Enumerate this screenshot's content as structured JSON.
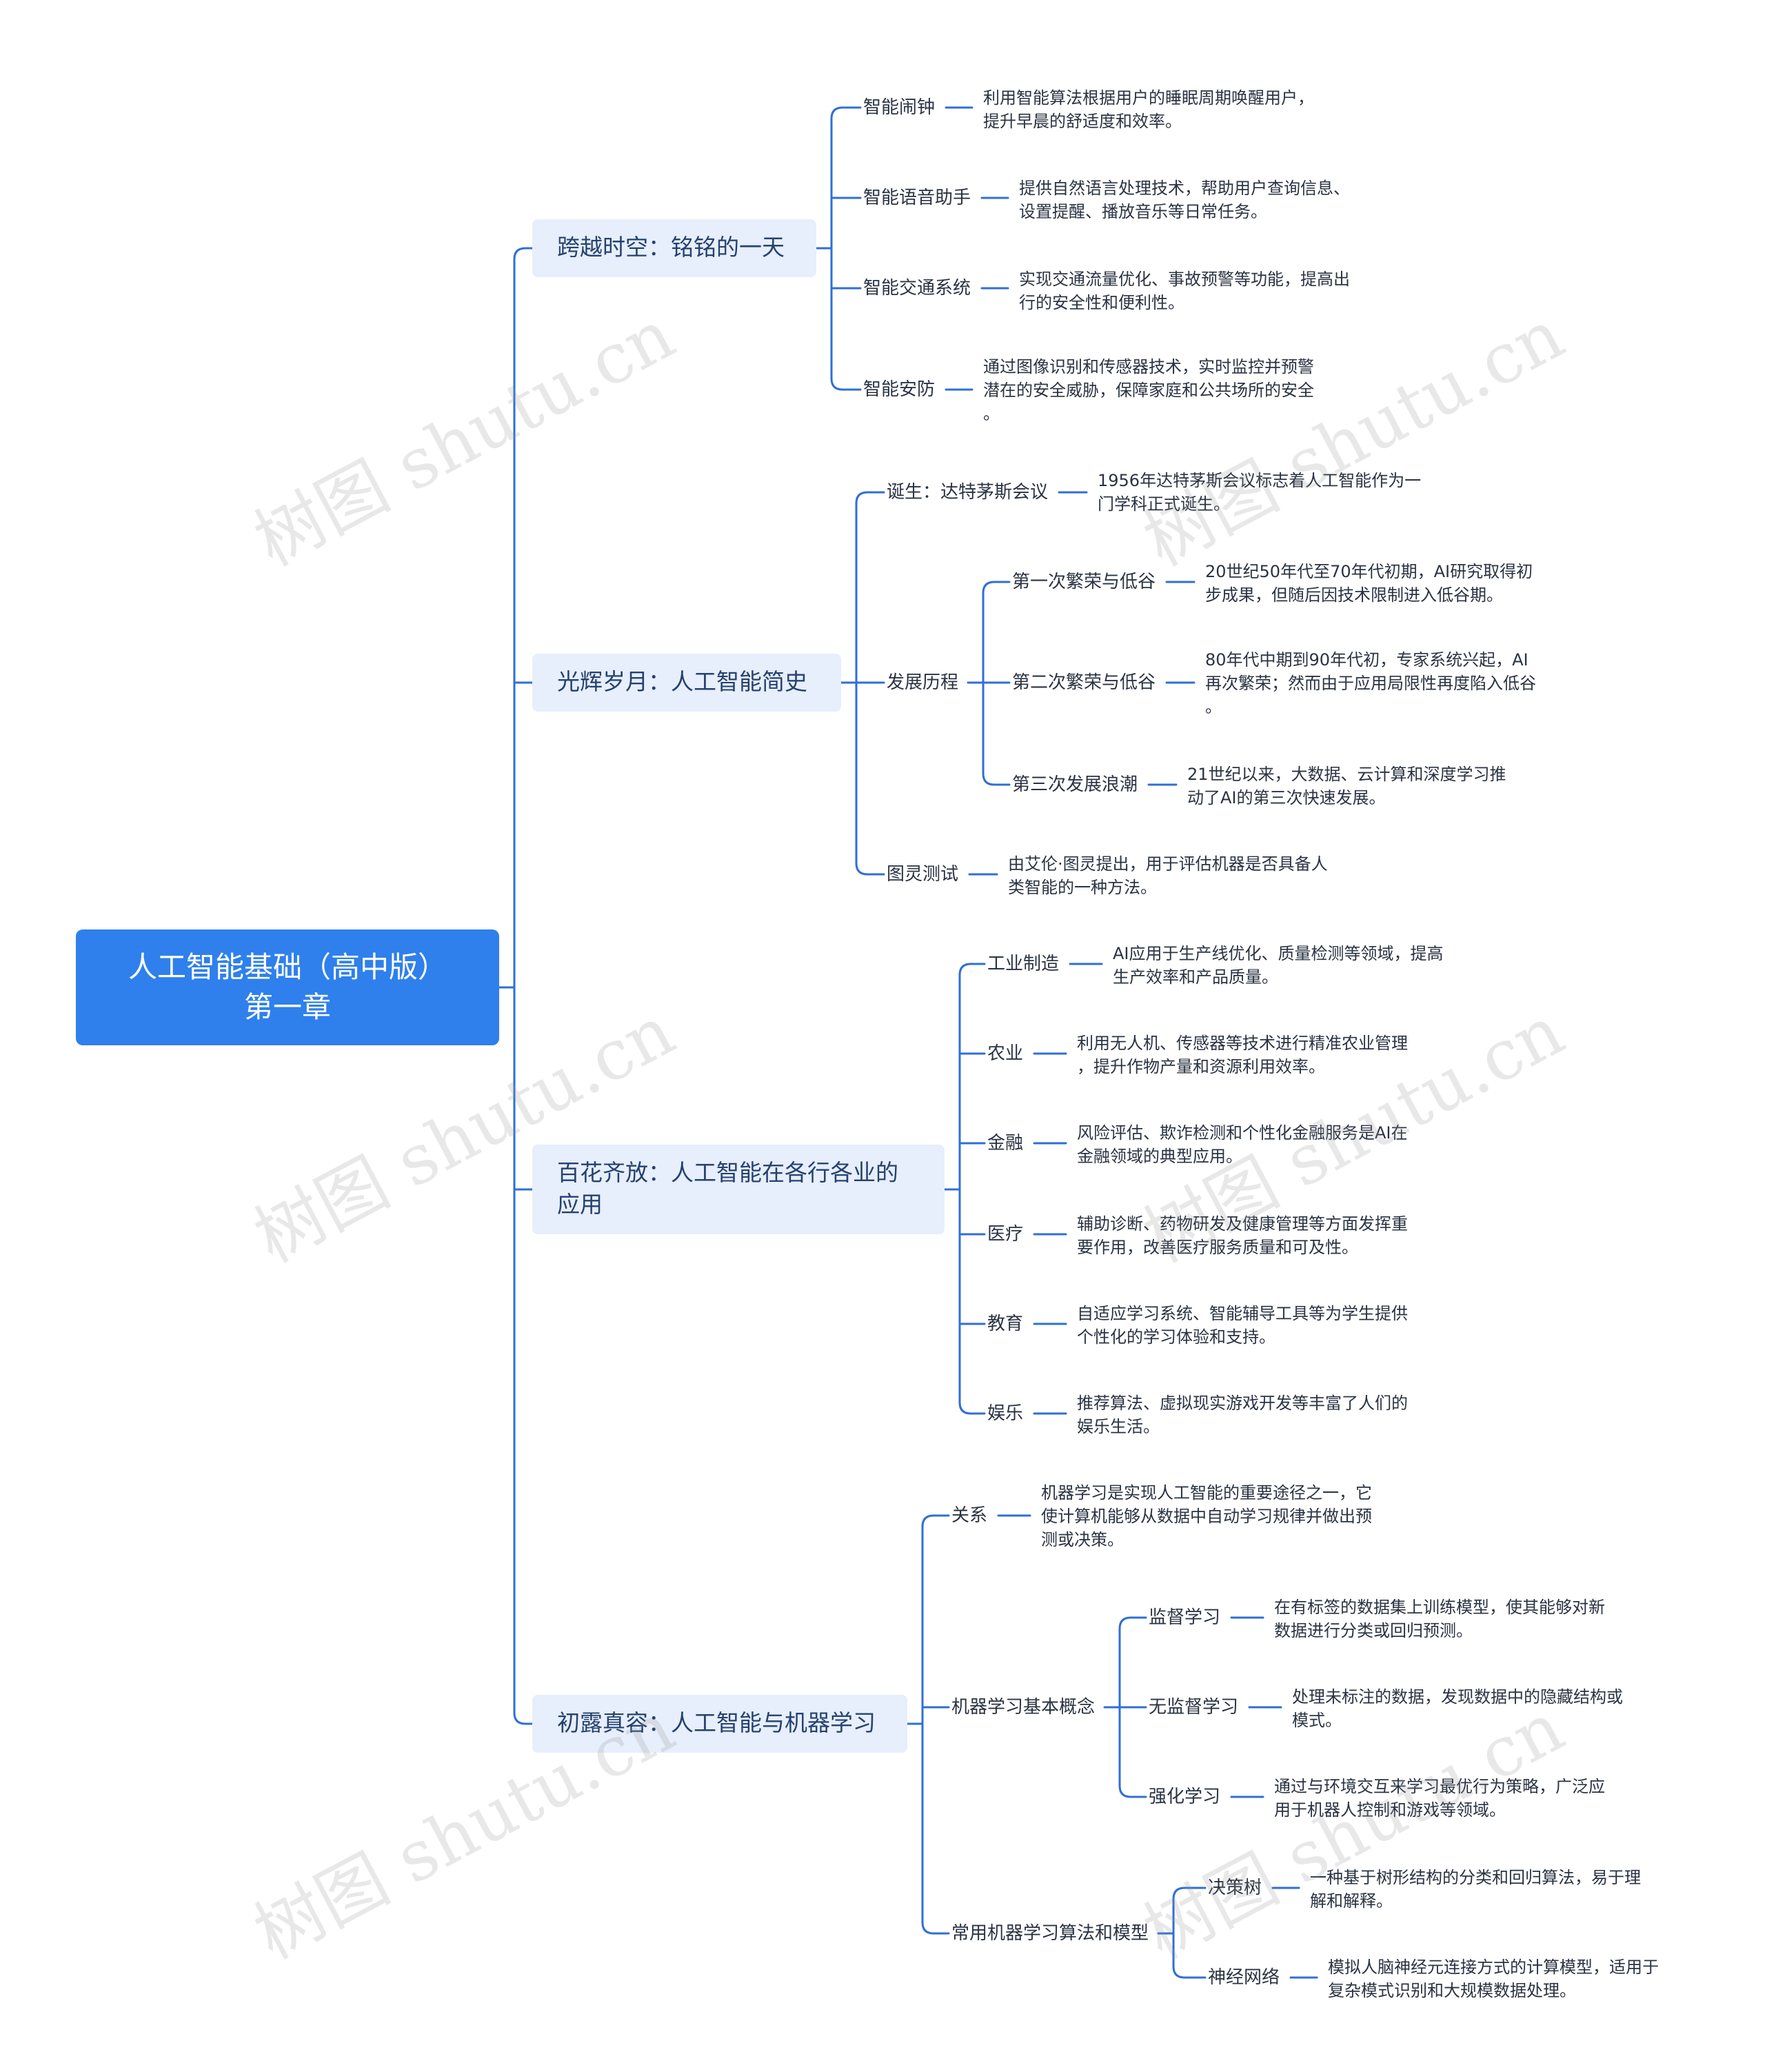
{
  "root": {
    "line1": "人工智能基础（高中版）",
    "line2": "第一章"
  },
  "branches": [
    {
      "label": "跨越时空：铭铭的一天",
      "items": [
        {
          "label": "智能闹钟",
          "desc": [
            "利用智能算法根据用户的睡眠周期唤醒用户，",
            "提升早晨的舒适度和效率。"
          ]
        },
        {
          "label": "智能语音助手",
          "desc": [
            "提供自然语言处理技术，帮助用户查询信息、",
            "设置提醒、播放音乐等日常任务。"
          ]
        },
        {
          "label": "智能交通系统",
          "desc": [
            "实现交通流量优化、事故预警等功能，提高出",
            "行的安全性和便利性。"
          ]
        },
        {
          "label": "智能安防",
          "desc": [
            "通过图像识别和传感器技术，实时监控并预警",
            "潜在的安全威胁，保障家庭和公共场所的安全",
            "。"
          ]
        }
      ]
    },
    {
      "label": "光辉岁月：人工智能简史",
      "items": [
        {
          "label": "诞生：达特茅斯会议",
          "desc": [
            "1956年达特茅斯会议标志着人工智能作为一",
            "门学科正式诞生。"
          ]
        },
        {
          "label": "发展历程",
          "children": [
            {
              "label": "第一次繁荣与低谷",
              "desc": [
                "20世纪50年代至70年代初期，AI研究取得初",
                "步成果，但随后因技术限制进入低谷期。"
              ]
            },
            {
              "label": "第二次繁荣与低谷",
              "desc": [
                "80年代中期到90年代初，专家系统兴起，AI",
                "再次繁荣；然而由于应用局限性再度陷入低谷",
                "。"
              ]
            },
            {
              "label": "第三次发展浪潮",
              "desc": [
                "21世纪以来，大数据、云计算和深度学习推",
                "动了AI的第三次快速发展。"
              ]
            }
          ]
        },
        {
          "label": "图灵测试",
          "desc": [
            "由艾伦·图灵提出，用于评估机器是否具备人",
            "类智能的一种方法。"
          ]
        }
      ]
    },
    {
      "label": "百花齐放：人工智能在各行各业的应用",
      "items": [
        {
          "label": "工业制造",
          "desc": [
            "AI应用于生产线优化、质量检测等领域，提高",
            "生产效率和产品质量。"
          ]
        },
        {
          "label": "农业",
          "desc": [
            "利用无人机、传感器等技术进行精准农业管理",
            "，提升作物产量和资源利用效率。"
          ]
        },
        {
          "label": "金融",
          "desc": [
            "风险评估、欺诈检测和个性化金融服务是AI在",
            "金融领域的典型应用。"
          ]
        },
        {
          "label": "医疗",
          "desc": [
            "辅助诊断、药物研发及健康管理等方面发挥重",
            "要作用，改善医疗服务质量和可及性。"
          ]
        },
        {
          "label": "教育",
          "desc": [
            "自适应学习系统、智能辅导工具等为学生提供",
            "个性化的学习体验和支持。"
          ]
        },
        {
          "label": "娱乐",
          "desc": [
            "推荐算法、虚拟现实游戏开发等丰富了人们的",
            "娱乐生活。"
          ]
        }
      ]
    },
    {
      "label": "初露真容：人工智能与机器学习",
      "items": [
        {
          "label": "关系",
          "desc": [
            "机器学习是实现人工智能的重要途径之一，它",
            "使计算机能够从数据中自动学习规律并做出预",
            "测或决策。"
          ]
        },
        {
          "label": "机器学习基本概念",
          "children": [
            {
              "label": "监督学习",
              "desc": [
                "在有标签的数据集上训练模型，使其能够对新",
                "数据进行分类或回归预测。"
              ]
            },
            {
              "label": "无监督学习",
              "desc": [
                "处理未标注的数据，发现数据中的隐藏结构或",
                "模式。"
              ]
            },
            {
              "label": "强化学习",
              "desc": [
                "通过与环境交互来学习最优行为策略，广泛应",
                "用于机器人控制和游戏等领域。"
              ]
            }
          ]
        },
        {
          "label": "常用机器学习算法和模型",
          "children": [
            {
              "label": "决策树",
              "desc": [
                "一种基于树形结构的分类和回归算法，易于理",
                "解和解释。"
              ]
            },
            {
              "label": "神经网络",
              "desc": [
                "模拟人脑神经元连接方式的计算模型，适用于",
                "复杂模式识别和大规模数据处理。"
              ]
            }
          ]
        }
      ]
    }
  ],
  "watermark": "树图 shutu.cn",
  "colors": {
    "root_bg": "#2f80ec",
    "branch_bg": "#e7eefc",
    "line": "#2f6fd6"
  }
}
